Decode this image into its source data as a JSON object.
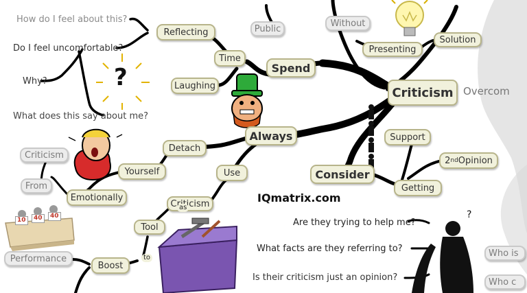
{
  "center": "Criticism",
  "watermark": "IQmatrix.com",
  "nodes": {
    "overcome": "Overcom",
    "spend": "Spend",
    "time": "Time",
    "reflecting": "Reflecting",
    "laughing": "Laughing",
    "public": "Public",
    "without": "Without",
    "presenting": "Presenting",
    "solution": "Solution",
    "always": "Always",
    "detach": "Detach",
    "yourself": "Yourself",
    "emotionally": "Emotionally",
    "criticism_small": "Criticism",
    "from": "From",
    "use": "Use",
    "criticism_use": "Criticism",
    "as": "as",
    "tool": "Tool",
    "to": "to",
    "boost": "Boost",
    "performance": "Performance",
    "consider": "Consider",
    "support": "Support",
    "getting": "Getting",
    "second_opinion_num": "2",
    "second_opinion_sup": "nd",
    "second_opinion_text": " Opinion",
    "who_is": "Who is",
    "who_c": "Who c"
  },
  "questions": {
    "q1": "How do I feel about this?",
    "q2": "Do I feel uncomfortable?",
    "q3": "Why?",
    "q4": "What does this say about me?",
    "q5": "Are they trying to help me?",
    "q6": "What facts are they referring to?",
    "q7": "Is their criticism just an opinion?"
  },
  "score_cards": [
    "10",
    "40",
    "40"
  ],
  "question_mark": "?",
  "thinker_marks": "?"
}
